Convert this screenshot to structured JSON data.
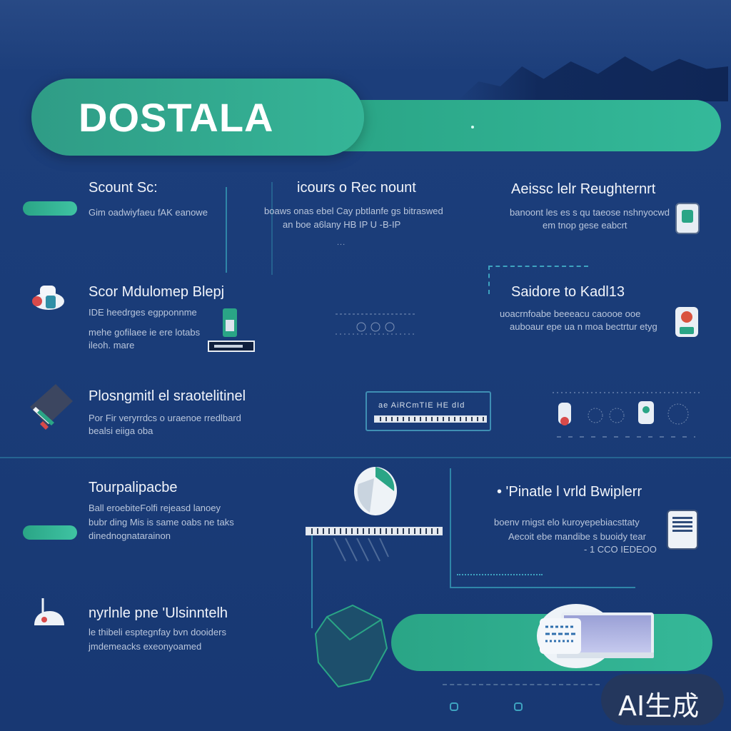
{
  "header": {
    "title": "DOSTALA"
  },
  "sections": [
    {
      "heading": "Scount Sc:",
      "lines": [
        "Gim oadwiyfaeu fAK eanowe"
      ]
    },
    {
      "heading": "icours o Rec nount",
      "lines": [
        "boaws onas ebel Cay pbtlanfe gs bitraswed",
        "an boe a6lany HB IP U -B-IP"
      ],
      "extra": "..."
    },
    {
      "heading": "Aeissc lelr Reughternrt",
      "lines": [
        "banoont les es s qu taeose nshnyocwd",
        "em tnop gese eabcrt"
      ]
    },
    {
      "heading": "Scor Mdulomep Blepj",
      "lines": [
        "IDE heedrges egpponnme",
        "mehe gofilaee ie ere lotabs",
        "ileoh. mare"
      ]
    },
    {
      "heading": "Saidore to Kadl13",
      "lines": [
        "uoacrnfoabe beeeacu caoooe ooe",
        "auboaur epe ua n moa bectrtur etyg"
      ]
    },
    {
      "heading": "Plosngmitl el sraotelitinel",
      "lines": [
        "Por Fir veryrrdcs o uraenoe rredlbard",
        "bealsi eiiga oba"
      ]
    },
    {
      "heading": "Tourpalipacbe",
      "lines": [
        "Ball eroebiteFolfi rejeasd lanoey",
        "bubr ding Mis is same oabs ne taks",
        "dinednognatarainon"
      ]
    },
    {
      "heading": "• 'Pinatle l vrld Bwiplerr",
      "lines": [
        "boenv rnigst elo kuroyepebiacsttaty",
        "Aecoit ebe mandibe s buoidy tear",
        "- 1 CCO IEDEOO"
      ]
    },
    {
      "heading": "nyrlnle pne 'Ulsinntelh",
      "lines": [
        "le thibeli esptegnfay bvn dooiders",
        "jmdemeacks exeonyoamed"
      ]
    }
  ],
  "center_labels": {
    "rack_caption": "ae AiRCmTIE HE dId"
  },
  "watermark": "AI生成",
  "colors": {
    "background": "#1a3c78",
    "accent": "#35b597",
    "line": "#2f86a8"
  },
  "icons": [
    "gamepad-icon",
    "book-icon",
    "router-icon",
    "server-icon",
    "device-icon",
    "robot-icon",
    "gem-icon",
    "crystal-icon",
    "laptop-icon",
    "printer-icon",
    "flask-icon"
  ]
}
